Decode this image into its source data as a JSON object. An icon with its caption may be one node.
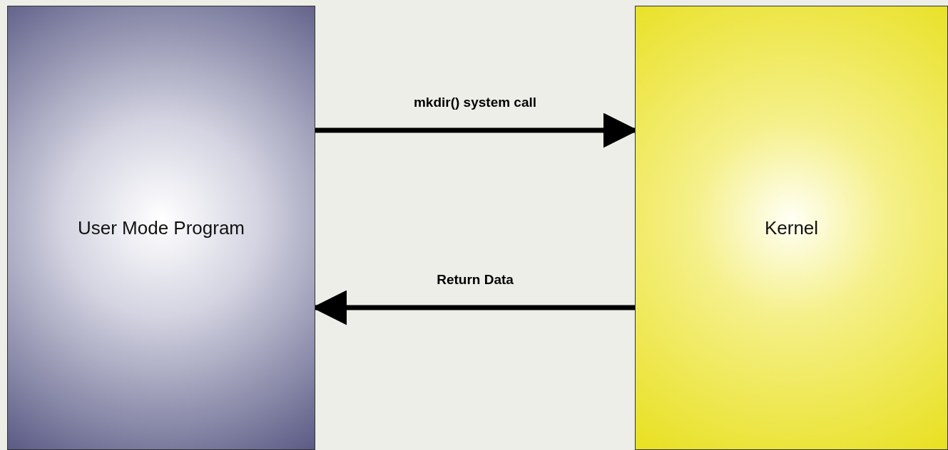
{
  "diagram": {
    "nodes": [
      {
        "text": [
          "User Mode Program"
        ]
      },
      {
        "text": [
          "Kernel"
        ]
      }
    ],
    "edges": [
      {
        "from": 0,
        "to": 1,
        "arrow": "to",
        "label": "mkdir() system call"
      },
      {
        "from": 1,
        "to": 0,
        "arrow": "to",
        "label": "Return Data"
      }
    ]
  }
}
